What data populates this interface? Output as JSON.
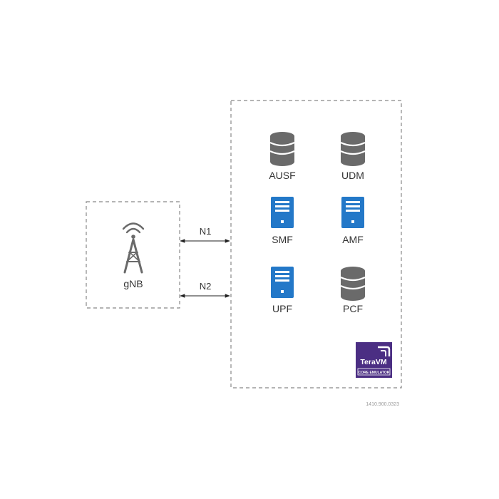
{
  "gnb": {
    "label": "gNB"
  },
  "links": [
    {
      "label": "N1"
    },
    {
      "label": "N2"
    }
  ],
  "core": {
    "nodes": [
      {
        "label": "AUSF",
        "icon": "database-icon"
      },
      {
        "label": "UDM",
        "icon": "database-icon"
      },
      {
        "label": "SMF",
        "icon": "server-icon"
      },
      {
        "label": "AMF",
        "icon": "server-icon"
      },
      {
        "label": "UPF",
        "icon": "server-icon"
      },
      {
        "label": "PCF",
        "icon": "database-icon"
      }
    ]
  },
  "logo": {
    "brand": "TeraVM",
    "tagline": "CORE EMULATOR"
  },
  "doc_id": "1410.900.0323",
  "colors": {
    "database": "#6a6a6a",
    "server": "#2378c8",
    "logo_bg": "#4b2e83",
    "border": "#888888",
    "text": "#333333"
  }
}
